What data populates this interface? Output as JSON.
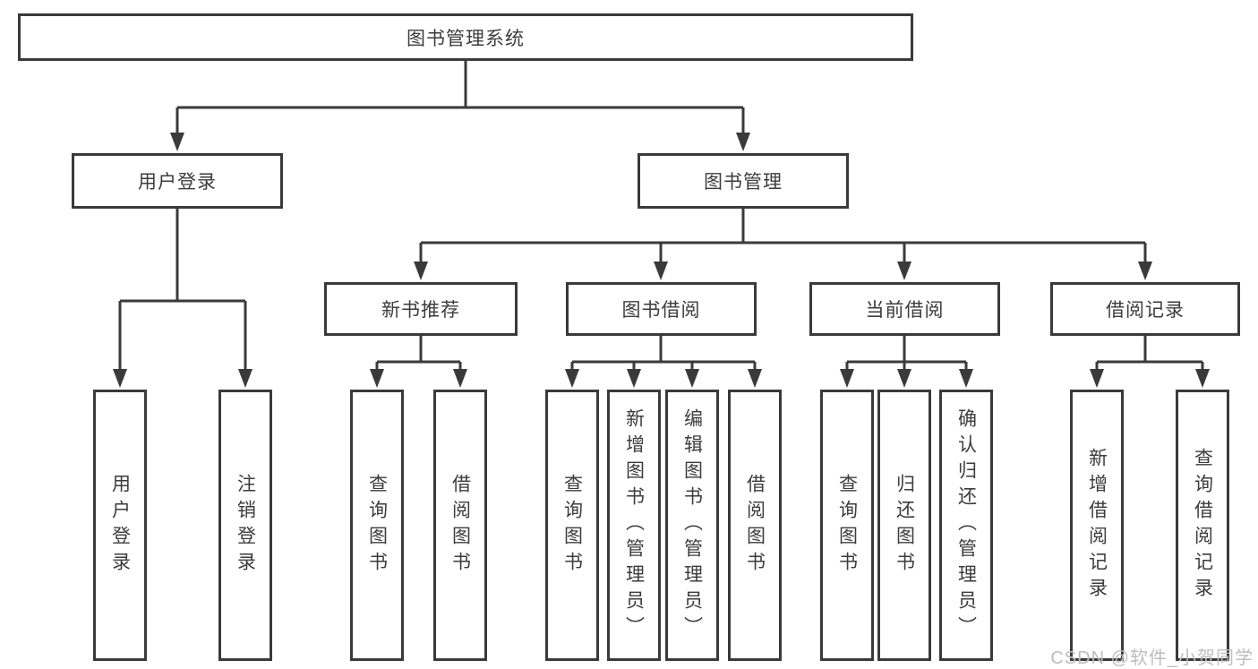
{
  "diagram_type": "hierarchy-tree",
  "tree": {
    "label": "图书管理系统",
    "children": [
      {
        "label": "用户登录",
        "children": [
          {
            "label": "用户登录"
          },
          {
            "label": "注销登录"
          }
        ]
      },
      {
        "label": "图书管理",
        "children": [
          {
            "label": "新书推荐",
            "children": [
              {
                "label": "查询图书"
              },
              {
                "label": "借阅图书"
              }
            ]
          },
          {
            "label": "图书借阅",
            "children": [
              {
                "label": "查询图书"
              },
              {
                "label": "新增图书（管理员）"
              },
              {
                "label": "编辑图书（管理员）"
              },
              {
                "label": "借阅图书"
              }
            ]
          },
          {
            "label": "当前借阅",
            "children": [
              {
                "label": "查询图书"
              },
              {
                "label": "归还图书"
              },
              {
                "label": "确认归还（管理员）"
              }
            ]
          },
          {
            "label": "借阅记录",
            "children": [
              {
                "label": "新增借阅记录"
              },
              {
                "label": "查询借阅记录"
              }
            ]
          }
        ]
      }
    ]
  },
  "watermark": "CSDN @软件_小贺同学",
  "colors": {
    "line": "#3a3a3a",
    "text": "#3c3c3c",
    "background": "#ffffff",
    "watermark": "#bdbdc1"
  }
}
